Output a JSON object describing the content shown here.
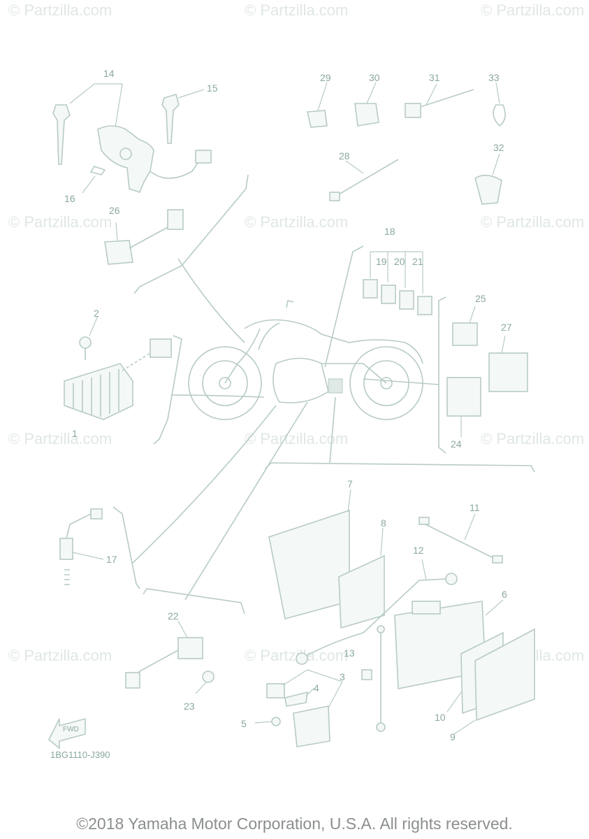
{
  "watermark_text": "© Partzilla.com",
  "callouts": {
    "c1": "1",
    "c2": "2",
    "c3": "3",
    "c4": "4",
    "c5": "5",
    "c6": "6",
    "c7": "7",
    "c8": "8",
    "c9": "9",
    "c10": "10",
    "c11": "11",
    "c12": "12",
    "c13": "13",
    "c14": "14",
    "c15": "15",
    "c16": "16",
    "c17": "17",
    "c18": "18",
    "c19": "19",
    "c20": "20",
    "c21": "21",
    "c22": "22",
    "c23": "23",
    "c24": "24",
    "c25": "25",
    "c26": "26",
    "c27": "27",
    "c28": "28",
    "c29": "29",
    "c30": "30",
    "c31": "31",
    "c32": "32",
    "c33": "33"
  },
  "fwd_label": "FWD",
  "diagram_code": "1BG1110-J390",
  "copyright": "©2018 Yamaha Motor Corporation, U.S.A. All rights reserved."
}
